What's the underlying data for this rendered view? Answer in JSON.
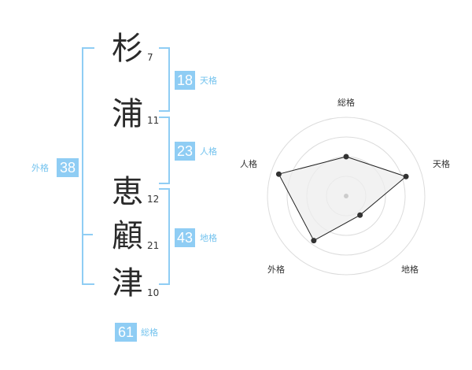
{
  "name": {
    "chars": [
      {
        "char": "杉",
        "strokes": "7"
      },
      {
        "char": "浦",
        "strokes": "11"
      },
      {
        "char": "恵",
        "strokes": "12"
      },
      {
        "char": "顧",
        "strokes": "21"
      },
      {
        "char": "津",
        "strokes": "10"
      }
    ]
  },
  "kaku": {
    "ten": {
      "label": "天格",
      "value": "18"
    },
    "jin": {
      "label": "人格",
      "value": "23"
    },
    "chi": {
      "label": "地格",
      "value": "43"
    },
    "gai": {
      "label": "外格",
      "value": "38"
    },
    "sou": {
      "label": "総格",
      "value": "61"
    }
  },
  "colors": {
    "accent": "#8fcdf4",
    "accent_text": "#74c3ee",
    "polygon_fill": "#eeeeee"
  },
  "chart_data": {
    "type": "radar",
    "axes": [
      "総格",
      "天格",
      "地格",
      "外格",
      "人格"
    ],
    "values": [
      0.5,
      0.8,
      0.3,
      0.7,
      0.9
    ],
    "rings": 4,
    "range": [
      0,
      1
    ]
  }
}
